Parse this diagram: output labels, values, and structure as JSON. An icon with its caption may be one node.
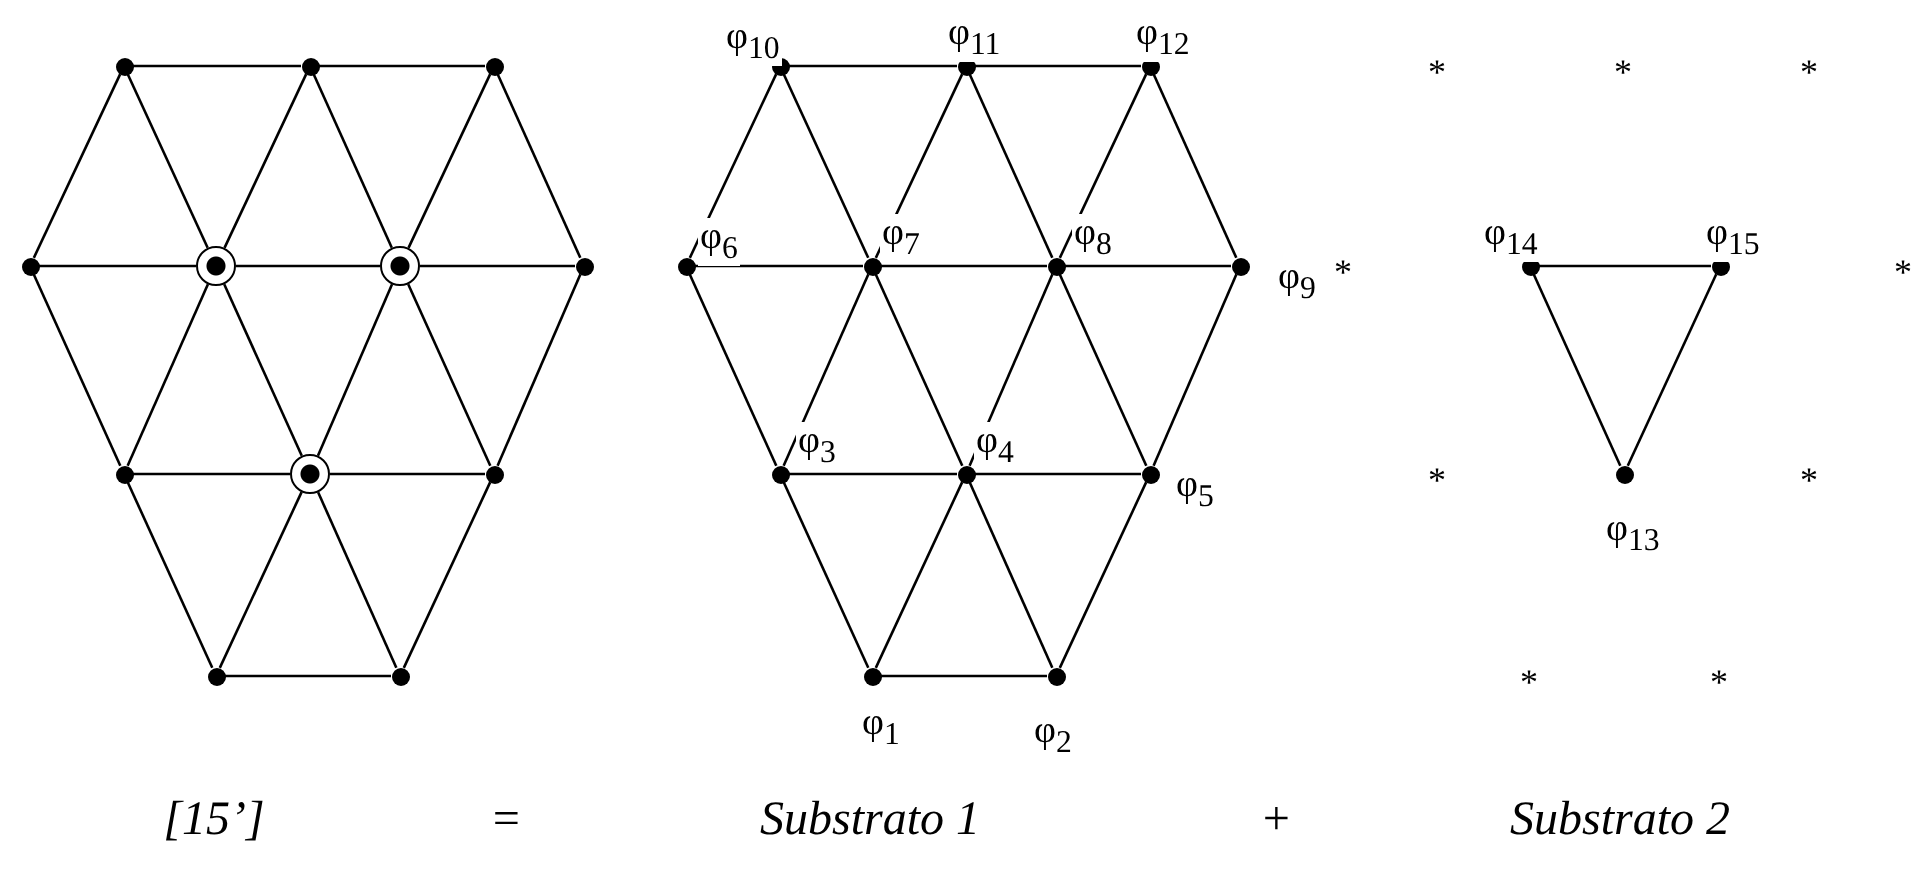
{
  "diagram": {
    "nodes": [
      {
        "text": [],
        "shape": "dot"
      },
      {
        "text": [],
        "shape": "dot"
      },
      {
        "text": [],
        "shape": "dot"
      },
      {
        "text": [],
        "shape": "dot"
      },
      {
        "text": [],
        "shape": "ring"
      },
      {
        "text": [],
        "shape": "ring"
      },
      {
        "text": [],
        "shape": "dot"
      },
      {
        "text": [],
        "shape": "dot"
      },
      {
        "text": [],
        "shape": "ring"
      },
      {
        "text": [],
        "shape": "dot"
      },
      {
        "text": [],
        "shape": "dot"
      },
      {
        "text": [],
        "shape": "dot"
      },
      {
        "text": [],
        "shape": "dot",
        "beside": [
          "φ$_{10}$"
        ]
      },
      {
        "text": [],
        "shape": "dot",
        "beside": [
          "φ$_{11}$"
        ]
      },
      {
        "text": [],
        "shape": "dot",
        "beside": [
          "φ$_{12}$"
        ]
      },
      {
        "text": [],
        "shape": "dot",
        "beside": [
          "φ$_{6}$"
        ]
      },
      {
        "text": [],
        "shape": "dot",
        "beside": [
          "φ$_{7}$"
        ]
      },
      {
        "text": [],
        "shape": "dot",
        "beside": [
          "φ$_{8}$"
        ]
      },
      {
        "text": [],
        "shape": "dot",
        "beside": [
          "φ$_{9}$"
        ]
      },
      {
        "text": [],
        "shape": "dot",
        "beside": [
          "φ$_{3}$"
        ]
      },
      {
        "text": [],
        "shape": "dot",
        "beside": [
          "φ$_{4}$"
        ]
      },
      {
        "text": [],
        "shape": "dot",
        "beside": [
          "φ$_{5}$"
        ]
      },
      {
        "text": [],
        "shape": "dot",
        "beside": [
          "φ$_{1}$"
        ]
      },
      {
        "text": [],
        "shape": "dot",
        "beside": [
          "φ$_{2}$"
        ]
      },
      {
        "text": [],
        "shape": "dot",
        "beside": [
          "φ$_{14}$"
        ]
      },
      {
        "text": [],
        "shape": "dot",
        "beside": [
          "φ$_{15}$"
        ]
      },
      {
        "text": [],
        "shape": "dot",
        "beside": [
          "φ$_{13}$"
        ]
      }
    ],
    "edges": [
      {
        "from": 0,
        "to": 1,
        "arrow": "none"
      },
      {
        "from": 1,
        "to": 2,
        "arrow": "none"
      },
      {
        "from": 3,
        "to": 4,
        "arrow": "none"
      },
      {
        "from": 4,
        "to": 5,
        "arrow": "none"
      },
      {
        "from": 5,
        "to": 6,
        "arrow": "none"
      },
      {
        "from": 7,
        "to": 8,
        "arrow": "none"
      },
      {
        "from": 8,
        "to": 9,
        "arrow": "none"
      },
      {
        "from": 10,
        "to": 11,
        "arrow": "none"
      },
      {
        "from": 0,
        "to": 3,
        "arrow": "none"
      },
      {
        "from": 0,
        "to": 4,
        "arrow": "none"
      },
      {
        "from": 1,
        "to": 4,
        "arrow": "none"
      },
      {
        "from": 1,
        "to": 5,
        "arrow": "none"
      },
      {
        "from": 2,
        "to": 5,
        "arrow": "none"
      },
      {
        "from": 2,
        "to": 6,
        "arrow": "none"
      },
      {
        "from": 3,
        "to": 7,
        "arrow": "none"
      },
      {
        "from": 4,
        "to": 7,
        "arrow": "none"
      },
      {
        "from": 4,
        "to": 8,
        "arrow": "none"
      },
      {
        "from": 5,
        "to": 8,
        "arrow": "none"
      },
      {
        "from": 5,
        "to": 9,
        "arrow": "none"
      },
      {
        "from": 6,
        "to": 9,
        "arrow": "none"
      },
      {
        "from": 7,
        "to": 10,
        "arrow": "none"
      },
      {
        "from": 8,
        "to": 10,
        "arrow": "none"
      },
      {
        "from": 8,
        "to": 11,
        "arrow": "none"
      },
      {
        "from": 9,
        "to": 11,
        "arrow": "none"
      },
      {
        "from": 12,
        "to": 13,
        "arrow": "none"
      },
      {
        "from": 13,
        "to": 14,
        "arrow": "none"
      },
      {
        "from": 15,
        "to": 16,
        "arrow": "none"
      },
      {
        "from": 16,
        "to": 17,
        "arrow": "none"
      },
      {
        "from": 17,
        "to": 18,
        "arrow": "none"
      },
      {
        "from": 19,
        "to": 20,
        "arrow": "none"
      },
      {
        "from": 20,
        "to": 21,
        "arrow": "none"
      },
      {
        "from": 22,
        "to": 23,
        "arrow": "none"
      },
      {
        "from": 12,
        "to": 15,
        "arrow": "none"
      },
      {
        "from": 12,
        "to": 16,
        "arrow": "none"
      },
      {
        "from": 13,
        "to": 16,
        "arrow": "none"
      },
      {
        "from": 13,
        "to": 17,
        "arrow": "none"
      },
      {
        "from": 14,
        "to": 17,
        "arrow": "none"
      },
      {
        "from": 14,
        "to": 18,
        "arrow": "none"
      },
      {
        "from": 15,
        "to": 19,
        "arrow": "none"
      },
      {
        "from": 16,
        "to": 19,
        "arrow": "none"
      },
      {
        "from": 16,
        "to": 20,
        "arrow": "none"
      },
      {
        "from": 17,
        "to": 20,
        "arrow": "none"
      },
      {
        "from": 17,
        "to": 21,
        "arrow": "none"
      },
      {
        "from": 18,
        "to": 21,
        "arrow": "none"
      },
      {
        "from": 19,
        "to": 22,
        "arrow": "none"
      },
      {
        "from": 20,
        "to": 22,
        "arrow": "none"
      },
      {
        "from": 20,
        "to": 23,
        "arrow": "none"
      },
      {
        "from": 21,
        "to": 23,
        "arrow": "none"
      },
      {
        "from": 24,
        "to": 25,
        "arrow": "none"
      },
      {
        "from": 24,
        "to": 26,
        "arrow": "none"
      },
      {
        "from": 25,
        "to": 26,
        "arrow": "none"
      }
    ],
    "labels": [
      "*",
      "*",
      "*",
      "*",
      "*",
      "*",
      "*",
      "*",
      "*",
      "[15’]",
      "=",
      "Substrato 1",
      "+",
      "Substrato 2"
    ]
  }
}
